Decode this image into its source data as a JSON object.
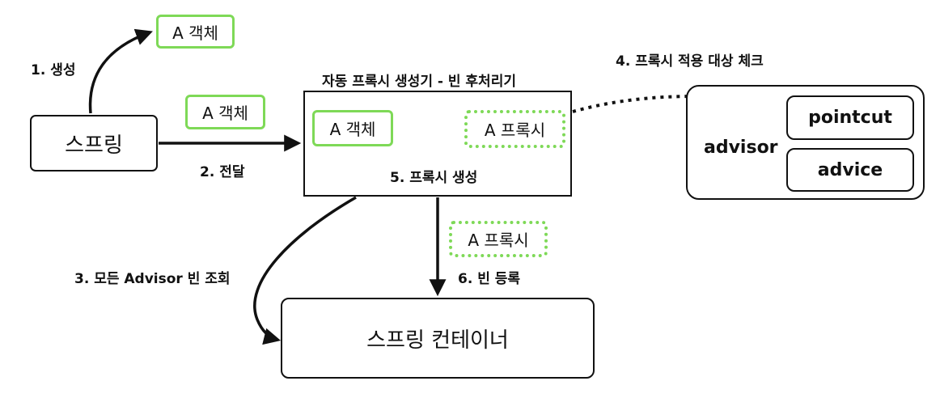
{
  "nodes": {
    "spring": "스프링",
    "container": "스프링 컨테이너",
    "postprocessor_title": "자동 프록시 생성기 - 빈 후처리기",
    "target_top": "A 객체",
    "target_passed": "A 객체",
    "target_inner": "A 객체",
    "proxy_inner": "A 프록시",
    "proxy_registered": "A 프록시",
    "advisor": "advisor",
    "pointcut": "pointcut",
    "advice": "advice"
  },
  "steps": {
    "create": "1. 생성",
    "pass": "2. 전달",
    "lookup_advisors": "3. 모든 Advisor 빈 조회",
    "check_target": "4. 프록시 적용 대상 체크",
    "create_proxy": "5. 프록시 생성",
    "register_bean": "6. 빈 등록"
  },
  "colors": {
    "accent_green": "#7ed957",
    "stroke": "#111111"
  }
}
